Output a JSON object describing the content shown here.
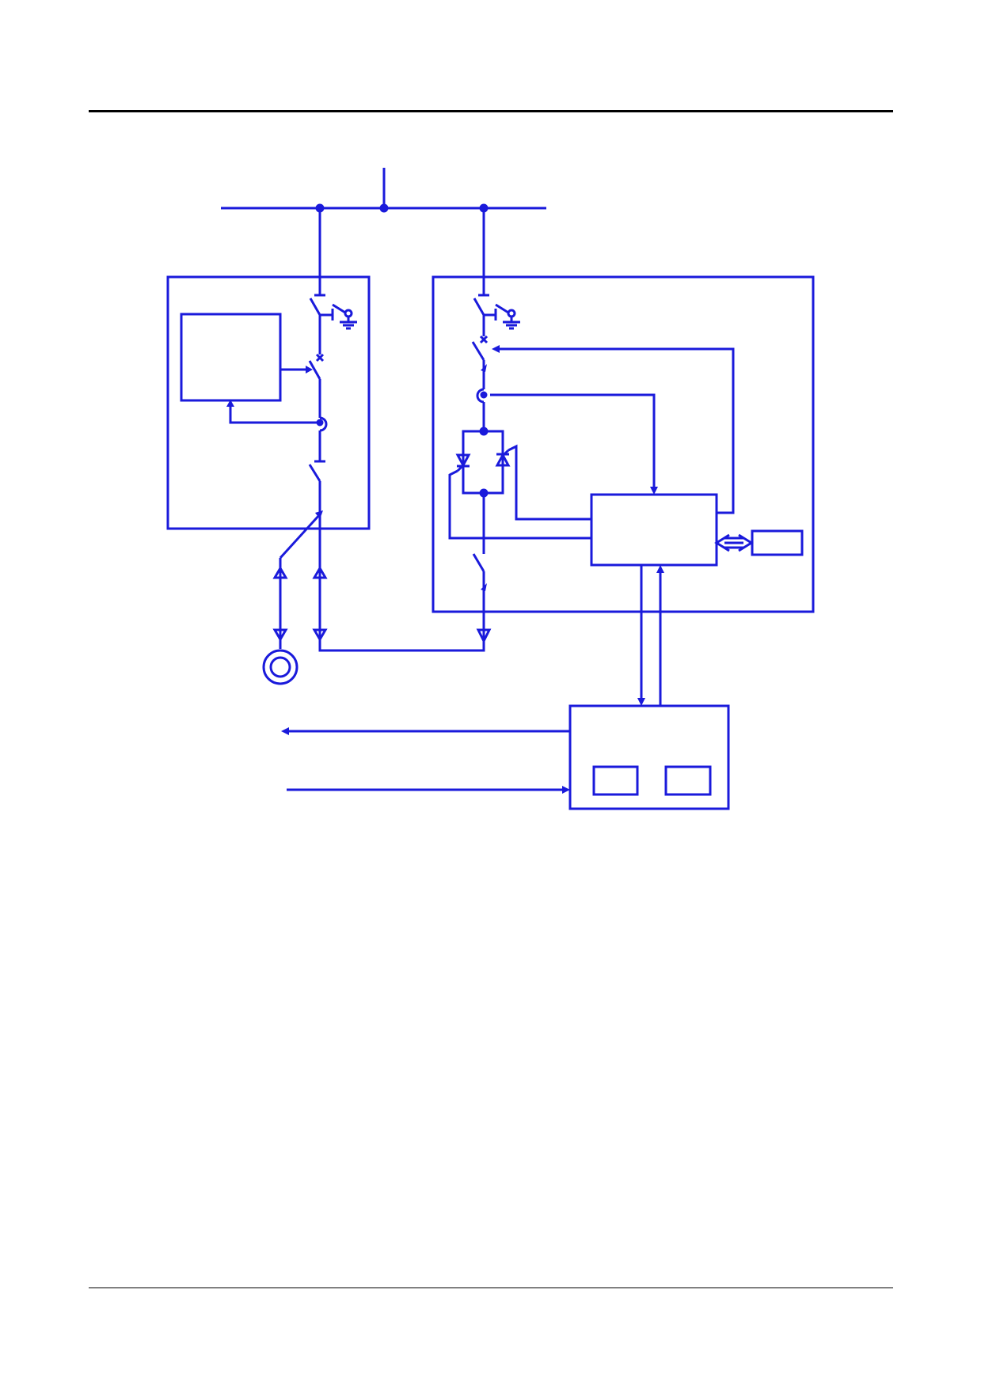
{
  "page": {
    "background": "#ffffff",
    "rule_color": "#000000"
  },
  "diagram": {
    "line_color": "#1a1adb",
    "components": {
      "busbar": "busbar",
      "bypass_cubicle": "cabinet",
      "converter_cubicle": "cabinet",
      "protection_relay": "box",
      "control_unit": "box",
      "hmi_panel": "box",
      "master_controller": "box",
      "motor": "motor-symbol",
      "thyristor_bridge": "thyristor-pair"
    }
  }
}
